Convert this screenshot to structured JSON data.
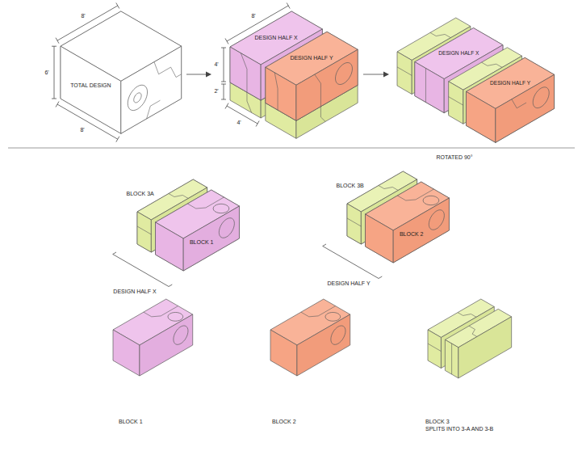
{
  "diagram": {
    "nodes": [
      {
        "text": [
          "TOTAL DESIGN"
        ]
      },
      {
        "text": [
          "DESIGN HALF X"
        ]
      },
      {
        "text": [
          "DESIGN HALF Y"
        ]
      },
      {
        "text": [
          "DESIGN HALF X"
        ]
      },
      {
        "text": [
          "DESIGN HALF Y"
        ]
      },
      {
        "text": [
          "BLOCK 3A"
        ]
      },
      {
        "text": [
          "BLOCK 1"
        ]
      },
      {
        "text": [
          "BLOCK 3B"
        ]
      },
      {
        "text": [
          "BLOCK 2"
        ]
      }
    ],
    "labels": [
      "8'",
      "6'",
      "8'",
      "8'",
      "4'",
      "2'",
      "4'",
      "ROTATED 90°",
      "DESIGN HALF X",
      "DESIGN HALF Y",
      "BLOCK 1",
      "BLOCK 2",
      "BLOCK 3",
      "SPLITS INTO 3-A AND 3-B"
    ]
  }
}
